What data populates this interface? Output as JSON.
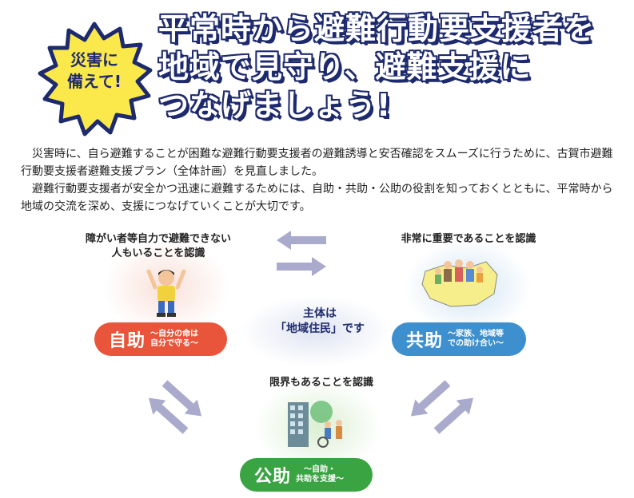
{
  "badge": {
    "line1": "災害に",
    "line2": "備えて!"
  },
  "headline": {
    "line1": "平常時から避難行動要支援者を",
    "line2": "地域で見守り、避難支援に",
    "line3": "つなげましょう!"
  },
  "intro": {
    "paragraph1": "災害時に、自ら避難することが困難な避難行動要支援者の避難誘導と安否確認をスムーズに行うために、古賀市避難行動要支援者避難支援プラン（全体計画）を見直しました。",
    "paragraph2": "避難行動要支援者が安全かつ迅速に避難するためには、自助・共助・公助の役割を知っておくとともに、平常時から地域の交流を深め、支援につなげていくことが大切です。"
  },
  "diagram": {
    "self_help": {
      "caption_line1": "障がい者等自力で避難できない",
      "caption_line2": "人もいることを認識",
      "label": "自助",
      "sub_line1": "～自分の命は",
      "sub_line2": "自分で守る～"
    },
    "mutual_help": {
      "caption": "非常に重要であることを認識",
      "label": "共助",
      "sub_line1": "～家族、地域等",
      "sub_line2": "での助け合い～"
    },
    "public_help": {
      "caption": "限界もあることを認識",
      "label": "公助",
      "sub_line1": "～自助・",
      "sub_line2": "共助を支援～"
    },
    "center": {
      "line1": "主体は",
      "line2": "「地域住民」です"
    }
  },
  "colors": {
    "navy": "#1e2a6e",
    "badge_yellow": "#fbe84a",
    "self_red": "#e8553a",
    "mutual_blue": "#3d8fcd",
    "public_green": "#3aa443",
    "arrow_lavender": "#aaaacd"
  },
  "icons": [
    "starburst-badge",
    "child-cheering-illustration",
    "family-on-map-illustration",
    "building-and-people-illustration",
    "double-arrow-icon"
  ]
}
